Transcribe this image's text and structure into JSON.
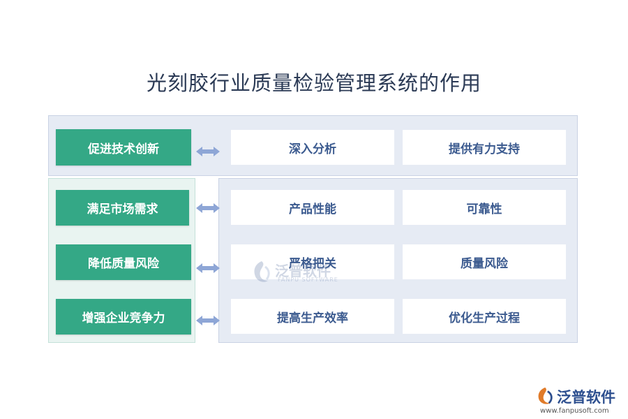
{
  "title": "光刻胶行业质量检验管理系统的作用",
  "rows": [
    {
      "left": "促进技术创新",
      "right": [
        "深入分析",
        "提供有力支持"
      ]
    },
    {
      "left": "满足市场需求",
      "right": [
        "产品性能",
        "可靠性"
      ]
    },
    {
      "left": "降低质量风险",
      "right": [
        "严格把关",
        "质量风险"
      ]
    },
    {
      "left": "增强企业竞争力",
      "right": [
        "提高生产效率",
        "优化生产过程"
      ]
    }
  ],
  "watermark": {
    "text": "泛普软件",
    "sub": "FANPU SOFTWARE"
  },
  "logo": {
    "text": "泛普软件",
    "url": "www.fanpusoft.com"
  },
  "colors": {
    "green": "#34a886",
    "arrow": "#8ea6d6",
    "text_blue": "#3b5a8f"
  }
}
